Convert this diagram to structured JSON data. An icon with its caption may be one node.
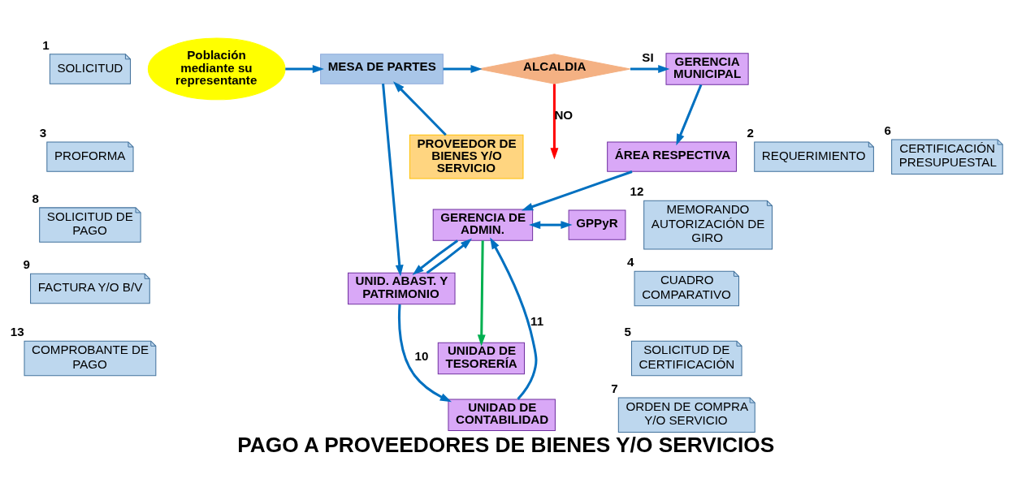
{
  "diagram": {
    "title": "PAGO A PROVEEDORES DE BIENES Y/O SERVICIOS",
    "nodes": [
      {
        "text": [
          "SOLICITUD"
        ],
        "beside": [
          "1"
        ]
      },
      {
        "text": [
          "Población mediante su representante"
        ]
      },
      {
        "text": [
          "MESA DE PARTES"
        ]
      },
      {
        "text": [
          "ALCALDIA"
        ]
      },
      {
        "text": [
          "GERENCIA MUNICIPAL"
        ]
      },
      {
        "text": [
          "ÁREA RESPECTIVA"
        ]
      },
      {
        "text": [
          "REQUERIMIENTO"
        ],
        "beside": [
          "2"
        ]
      },
      {
        "text": [
          "CERTIFICACIÓN PRESUPUESTAL"
        ],
        "beside": [
          "6"
        ]
      },
      {
        "text": [
          "PROFORMA"
        ],
        "beside": [
          "3"
        ]
      },
      {
        "text": [
          "PROVEEDOR DE BIENES Y/O SERVICIO"
        ]
      },
      {
        "text": [
          "MEMORANDO AUTORIZACIÓN DE GIRO"
        ],
        "beside": [
          "12"
        ]
      },
      {
        "text": [
          "GERENCIA DE ADMIN."
        ]
      },
      {
        "text": [
          "GPPyR"
        ]
      },
      {
        "text": [
          "SOLICITUD DE PAGO"
        ],
        "beside": [
          "8"
        ]
      },
      {
        "text": [
          "FACTURA Y/O B/V"
        ],
        "beside": [
          "9"
        ]
      },
      {
        "text": [
          "CUADRO COMPARATIVO"
        ],
        "beside": [
          "4"
        ]
      },
      {
        "text": [
          "UNID. ABAST. Y PATRIMONIO"
        ]
      },
      {
        "text": [
          "SOLICITUD DE CERTIFICACIÓN"
        ],
        "beside": [
          "5"
        ]
      },
      {
        "text": [
          "COMPROBANTE DE PAGO"
        ],
        "beside": [
          "13"
        ]
      },
      {
        "text": [
          "UNIDAD DE TESORERÍA"
        ]
      },
      {
        "text": [
          "ORDEN DE COMPRA Y/O SERVICIO"
        ],
        "beside": [
          "7"
        ]
      },
      {
        "text": [
          "UNIDAD DE CONTABILIDAD"
        ]
      }
    ],
    "edges": [
      {
        "from": 1,
        "to": 2,
        "arrow": "to"
      },
      {
        "from": 2,
        "to": 3,
        "arrow": "to"
      },
      {
        "from": 3,
        "to": 4,
        "arrow": "to",
        "label": "SI"
      },
      {
        "from": 3,
        "to": null,
        "arrow": "to",
        "label": "NO",
        "color": "#ff0000"
      },
      {
        "from": 4,
        "to": 5,
        "arrow": "to"
      },
      {
        "from": 5,
        "to": 11,
        "arrow": "to"
      },
      {
        "from": 11,
        "to": 12,
        "arrow": "both"
      },
      {
        "from": 11,
        "to": 16,
        "arrow": "to"
      },
      {
        "from": 16,
        "to": 11,
        "arrow": "to"
      },
      {
        "from": 9,
        "to": 2,
        "arrow": "to"
      },
      {
        "from": 2,
        "to": 16,
        "arrow": "to"
      },
      {
        "from": 11,
        "to": 19,
        "arrow": "to",
        "color": "#00b050"
      },
      {
        "from": 16,
        "to": 21,
        "arrow": "to",
        "label": "10"
      },
      {
        "from": 21,
        "to": 11,
        "arrow": "to",
        "label": "11"
      }
    ]
  }
}
